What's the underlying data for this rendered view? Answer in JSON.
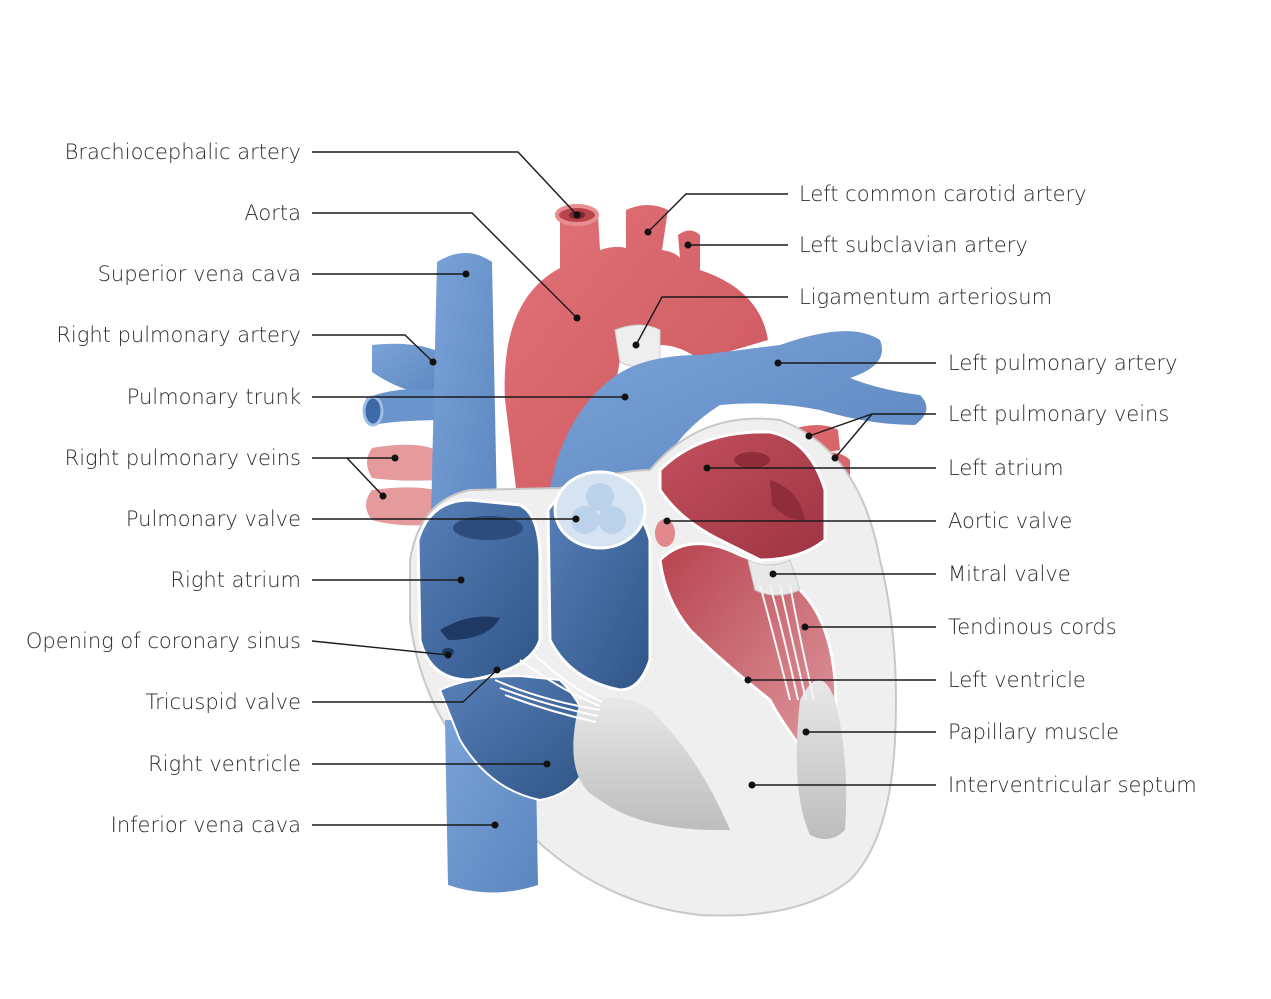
{
  "labels": {
    "brachiocephalic_artery": "Brachiocephalic artery",
    "aorta": "Aorta",
    "superior_vena_cava": "Superior vena cava",
    "right_pulmonary_artery": "Right pulmonary artery",
    "pulmonary_trunk": "Pulmonary trunk",
    "right_pulmonary_veins": "Right pulmonary veins",
    "pulmonary_valve": "Pulmonary valve",
    "right_atrium": "Right atrium",
    "opening_coronary_sinus": "Opening of coronary sinus",
    "tricuspid_valve": "Tricuspid valve",
    "right_ventricle": "Right ventricle",
    "inferior_vena_cava": "Inferior vena cava",
    "left_common_carotid_artery": "Left common carotid artery",
    "left_subclavian_artery": "Left subclavian artery",
    "ligamentum_arteriosum": "Ligamentum arteriosum",
    "left_pulmonary_artery": "Left pulmonary artery",
    "left_pulmonary_veins": "Left pulmonary veins",
    "left_atrium": "Left atrium",
    "aortic_valve": "Aortic valve",
    "mitral_valve": "Mitral valve",
    "tendinous_cords": "Tendinous cords",
    "left_ventricle": "Left ventricle",
    "papillary_muscle": "Papillary muscle",
    "interventricular_septum": "Interventricular septum"
  },
  "colors": {
    "oxygenated": "#d9676b",
    "deoxygenated": "#6a94cc",
    "right_chamber": "#3f6aa0",
    "left_chamber": "#b84a57",
    "wall": "#ededed"
  }
}
